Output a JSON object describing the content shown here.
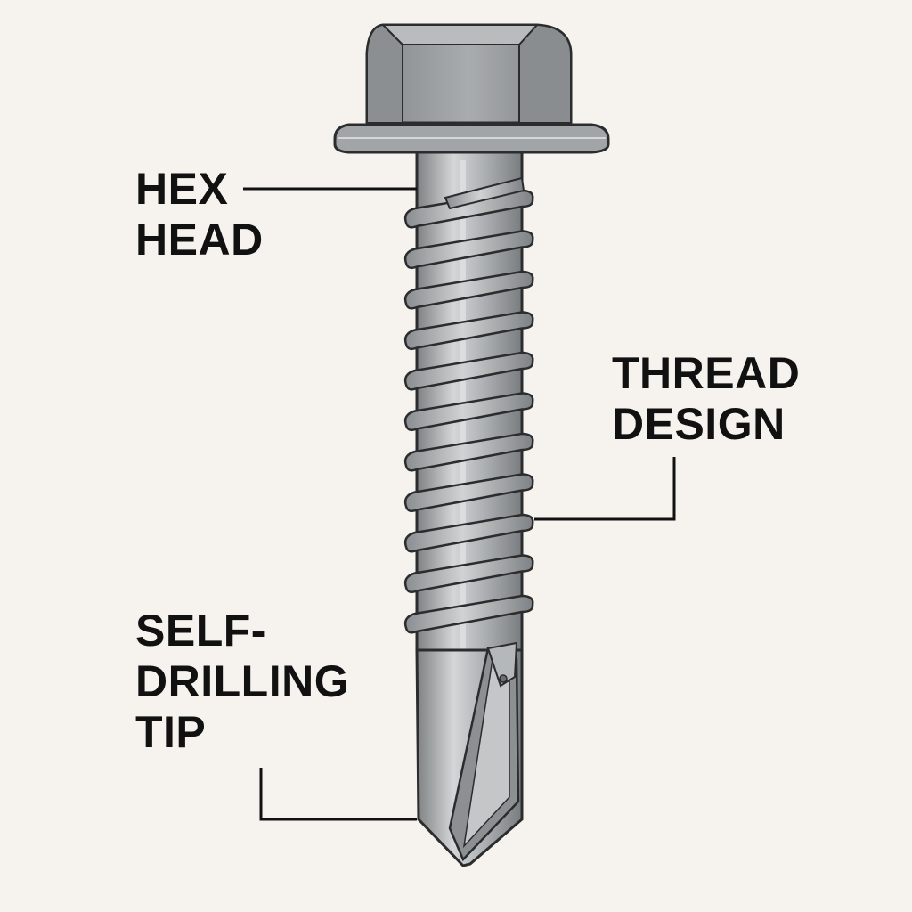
{
  "labels": {
    "hex_head": [
      "HEX",
      "HEAD"
    ],
    "thread_design": [
      "THREAD",
      "DESIGN"
    ],
    "self_drilling_tip": [
      "SELF-",
      "DRILLING",
      "TIP"
    ]
  },
  "colors": {
    "background": "#f6f3ee",
    "text": "#111111",
    "steel_light": "#c9cbcc",
    "steel_mid": "#9fa2a4",
    "steel_dark": "#6e7173",
    "outline": "#2b2c2d"
  }
}
